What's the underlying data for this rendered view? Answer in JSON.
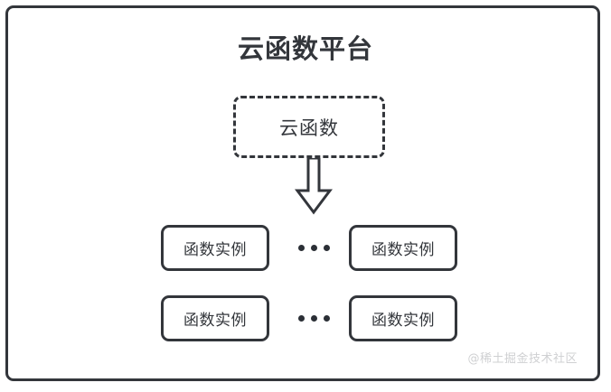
{
  "diagram": {
    "title": "云函数平台",
    "cloud_function": {
      "label": "云函数",
      "border_style": "dashed"
    },
    "arrow": {
      "name": "down-block-arrow",
      "direction": "down"
    },
    "instance_rows": [
      {
        "left_box_label": "函数实例",
        "ellipsis": "...",
        "right_box_label": "函数实例"
      },
      {
        "left_box_label": "函数实例",
        "ellipsis": "...",
        "right_box_label": "函数实例"
      }
    ],
    "watermark": "@稀土掘金技术社区",
    "colors": {
      "stroke": "#33363b",
      "background": "#ffffff",
      "watermark": "#cfd0d2"
    }
  }
}
